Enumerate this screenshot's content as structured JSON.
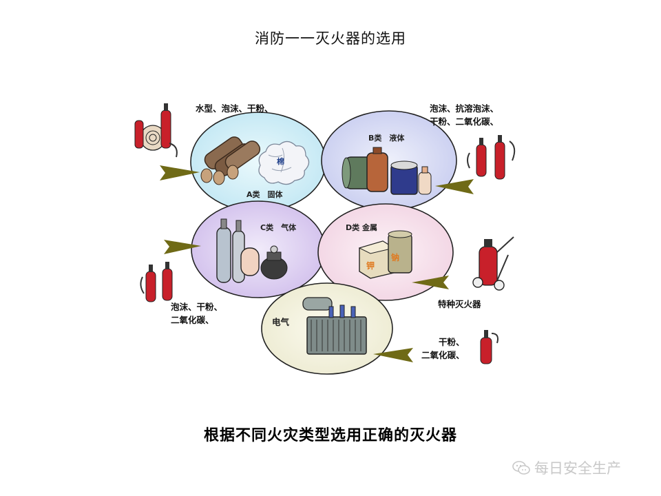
{
  "title": "消防一一灭火器的选用",
  "subtitle": "根据不同火灾类型选用正确的灭火器",
  "watermark": "每日安全生产",
  "classes": {
    "a": {
      "label": "A类　固体",
      "extinguishers": "水型、泡沫、干粉、"
    },
    "b": {
      "label": "B类　液体",
      "extinguishers": "泡沫、抗溶泡沫、\n干粉、二氧化碳、"
    },
    "c": {
      "label": "C类　气体",
      "extinguishers": "泡沫、干粉、\n二氧化碳、"
    },
    "d": {
      "label": "D类 金属",
      "extinguishers": "特种灭火器",
      "metal_left": "钾",
      "metal_right": "钠"
    },
    "e": {
      "label": "电气",
      "extinguishers": "干粉、\n二氧化碳、"
    }
  },
  "cotton_label": "棉",
  "colors": {
    "a_fill": "#cfeff7",
    "b_fill": "#cfd4f2",
    "c_fill": "#d9c9ef",
    "d_fill": "#f7e1ec",
    "e_fill": "#f3f1dc",
    "arrow": "#6f6a16",
    "extinguisher": "#c8202a"
  }
}
